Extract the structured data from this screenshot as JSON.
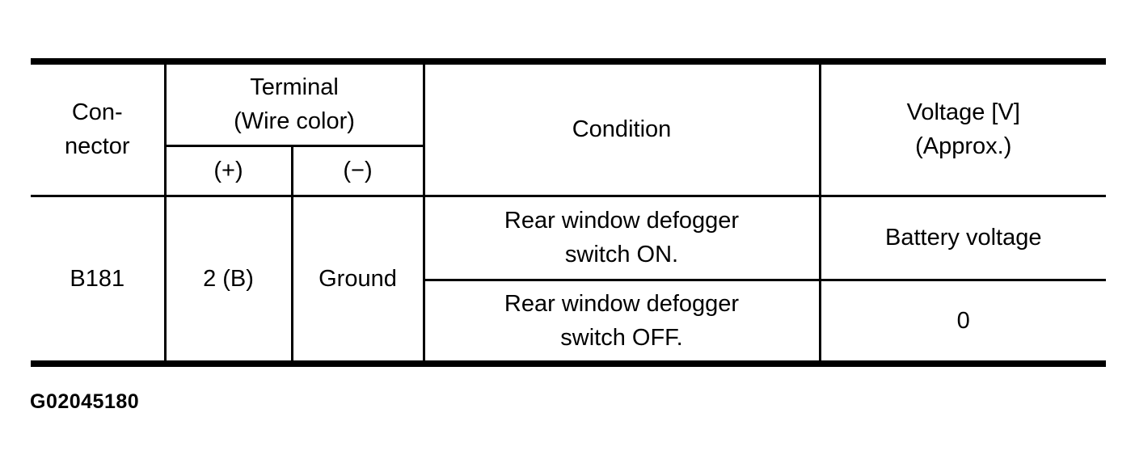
{
  "table": {
    "header": {
      "connector": "Con-\nnector",
      "terminal_group": "Terminal\n(Wire color)",
      "terminal_plus": "(+)",
      "terminal_minus": "(−)",
      "condition": "Condition",
      "voltage": "Voltage [V]\n(Approx.)"
    },
    "row": {
      "connector": "B181",
      "terminal_plus": "2 (B)",
      "terminal_minus": "Ground",
      "conditions": [
        {
          "condition": "Rear window defogger\nswitch ON.",
          "voltage": "Battery voltage"
        },
        {
          "condition": "Rear window defogger\nswitch OFF.",
          "voltage": "0"
        }
      ]
    }
  },
  "figure_id": "G02045180",
  "colors": {
    "background": "#ffffff",
    "text": "#000000",
    "border": "#000000"
  }
}
